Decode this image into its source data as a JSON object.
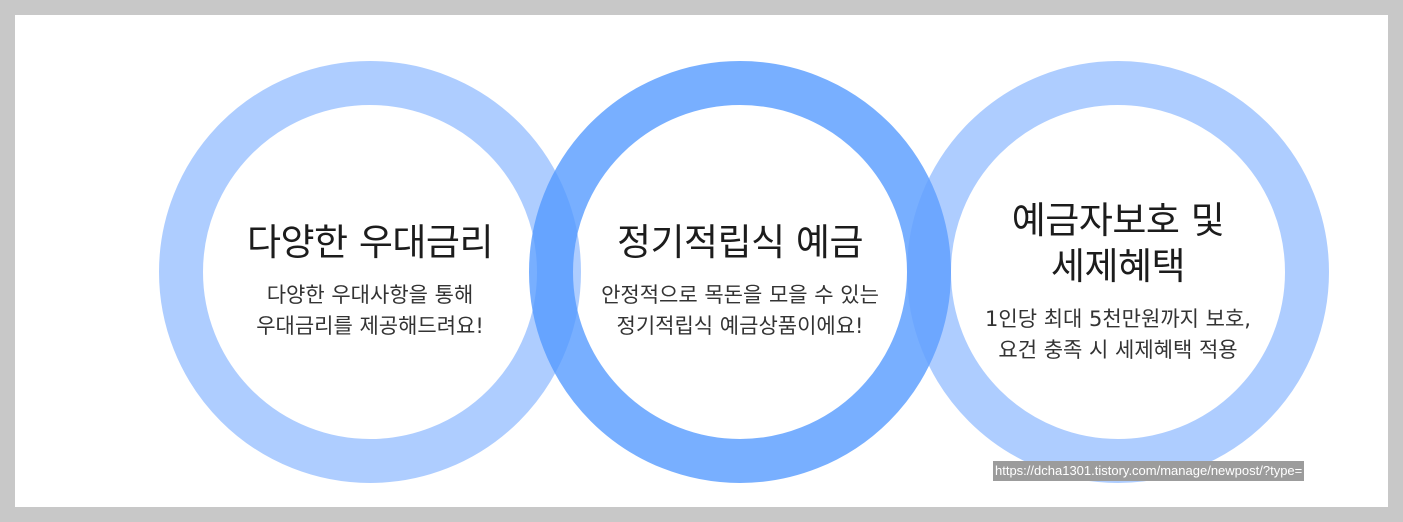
{
  "circles": [
    {
      "title_lines": [
        "다양한 우대금리"
      ],
      "desc_lines": [
        "다양한 우대사항을 통해",
        "우대금리를 제공해드려요!"
      ]
    },
    {
      "title_lines": [
        "정기적립식 예금"
      ],
      "desc_lines": [
        "안정적으로 목돈을 모을 수 있는",
        "정기적립식 예금상품이에요!"
      ]
    },
    {
      "title_lines": [
        "예금자보호 및",
        "세제혜택"
      ],
      "desc_lines": [
        "1인당 최대 5천만원까지 보호,",
        "요건 충족 시 세제혜택 적용"
      ]
    }
  ],
  "watermark": "https://dcha1301.tistory.com/manage/newpost/?type=",
  "colors": {
    "frame": "#c8c8c8",
    "background": "#ffffff",
    "ring_light": "#adcdfd",
    "ring_strong": "#6aa9ff",
    "ring_overlap": "#4f93ff"
  }
}
